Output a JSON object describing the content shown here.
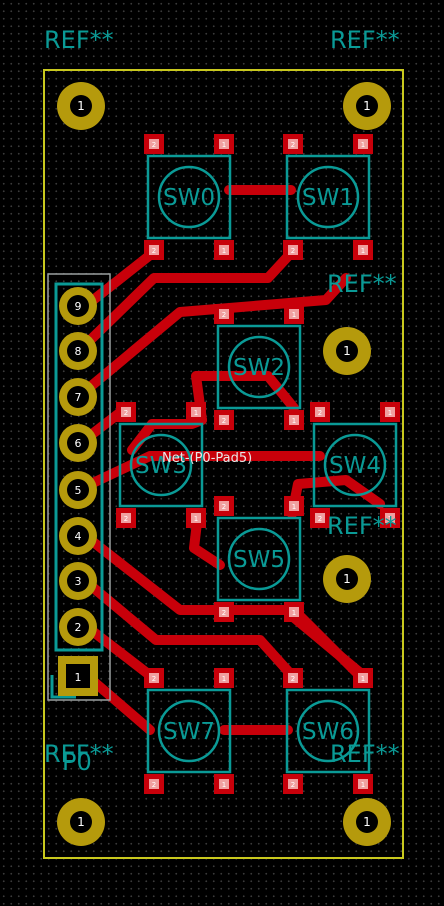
{
  "colors": {
    "background": "#000000",
    "edge_cuts": "#c8c81e",
    "copper_track": "#c8000a",
    "silkscreen": "#0a9a96",
    "mounting_hole": "#b59a0c",
    "pad_highlight": "#f0a0a0"
  },
  "board": {
    "ref_labels": [
      "REF**",
      "REF**",
      "REF**",
      "REF**",
      "REF**",
      "REF**"
    ],
    "mounting_hole_label": "1",
    "connector_ref": "P0",
    "net_label": "Net-(P0-Pad5)"
  },
  "switches": [
    {
      "ref": "SW0",
      "pads": [
        "2",
        "1",
        "2",
        "1"
      ]
    },
    {
      "ref": "SW1",
      "pads": [
        "2",
        "1",
        "2",
        "1"
      ]
    },
    {
      "ref": "SW2",
      "pads": [
        "2",
        "1",
        "2",
        "1"
      ]
    },
    {
      "ref": "SW3",
      "pads": [
        "2",
        "1",
        "2",
        "1"
      ]
    },
    {
      "ref": "SW4",
      "pads": [
        "2",
        "1",
        "2",
        "1"
      ]
    },
    {
      "ref": "SW5",
      "pads": [
        "2",
        "1",
        "2",
        "1"
      ]
    },
    {
      "ref": "SW6",
      "pads": [
        "2",
        "1",
        "2",
        "1"
      ]
    },
    {
      "ref": "SW7",
      "pads": [
        "2",
        "1",
        "2",
        "1"
      ]
    }
  ],
  "connector_pins": [
    "9",
    "8",
    "7",
    "6",
    "5",
    "4",
    "3",
    "2",
    "1"
  ]
}
